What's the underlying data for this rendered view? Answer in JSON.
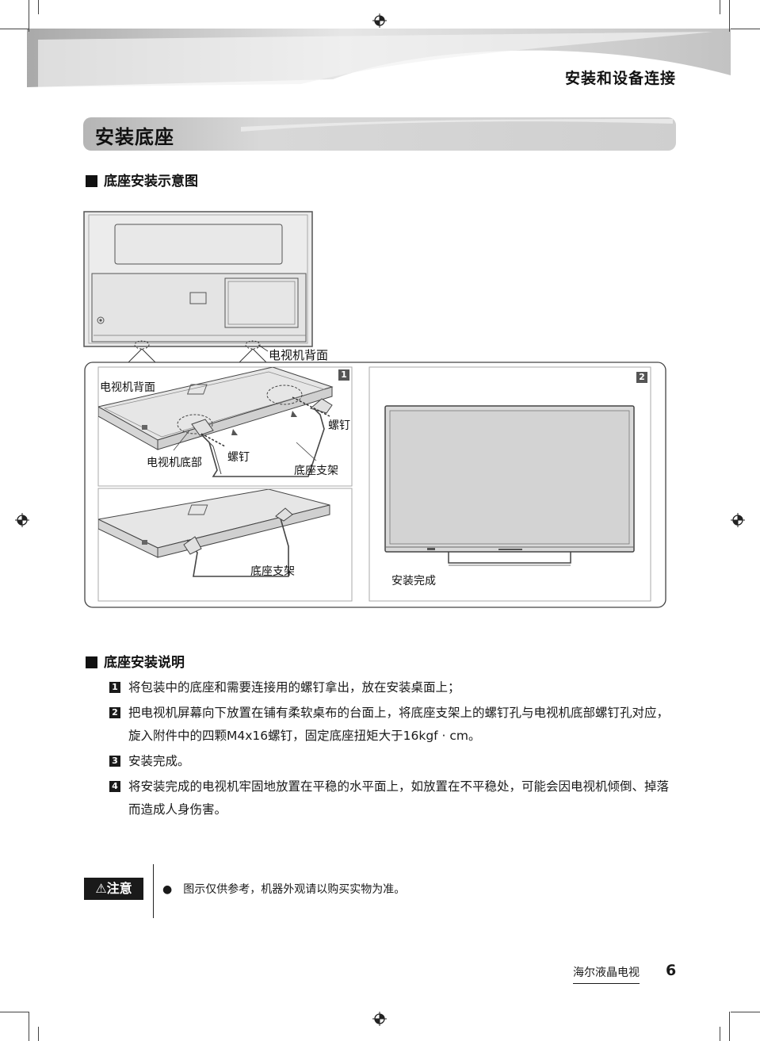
{
  "header": {
    "chapter": "安装和设备连接"
  },
  "section": {
    "title": "安装底座"
  },
  "diagram_section": {
    "heading": "底座安装示意图",
    "labels": {
      "tv_back_top": "电视机背面",
      "tv_back_panel1": "电视机背面",
      "screw_right": "螺钉",
      "screw_left": "螺钉",
      "tv_bottom": "电视机底部",
      "stand_panel1": "底座支架",
      "stand_panel3": "底座支架",
      "done": "安装完成"
    },
    "panel_numbers": [
      "1",
      "2"
    ]
  },
  "instructions": {
    "heading": "底座安装说明",
    "steps": [
      {
        "num": "1",
        "text": "将包装中的底座和需要连接用的螺钉拿出，放在安装桌面上；"
      },
      {
        "num": "2",
        "text": "把电视机屏幕向下放置在铺有柔软桌布的台面上，将底座支架上的螺钉孔与电视机底部螺钉孔对应，旋入附件中的四颗M4x16螺钉，固定底座扭矩大于16kgf · cm。"
      },
      {
        "num": "3",
        "text": "安装完成。"
      },
      {
        "num": "4",
        "text": "将安装完成的电视机牢固地放置在平稳的水平面上，如放置在不平稳处，可能会因电视机倾倒、掉落而造成人身伤害。"
      }
    ]
  },
  "notice": {
    "badge": "注意",
    "text": "图示仅供参考，机器外观请以购买实物为准。"
  },
  "footer": {
    "brand": "海尔液晶电视",
    "page": "6"
  }
}
